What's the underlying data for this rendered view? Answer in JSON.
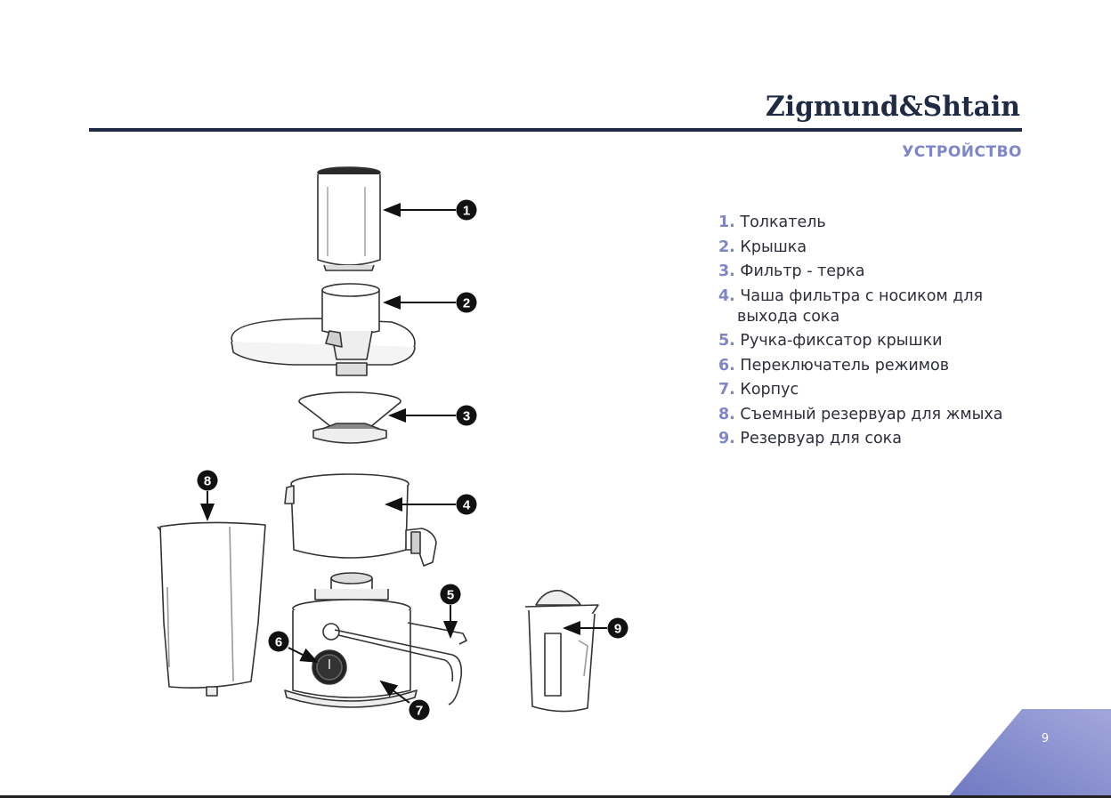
{
  "header": {
    "brand": "Zigmund&Shtain",
    "section_title": "УСТРОЙСТВО"
  },
  "parts": [
    {
      "num": "1.",
      "label": "Толкатель"
    },
    {
      "num": "2.",
      "label": "Крышка"
    },
    {
      "num": "3.",
      "label": "Фильтр - терка"
    },
    {
      "num": "4.",
      "label": "Чаша фильтра с носиком для выхода сока"
    },
    {
      "num": "5.",
      "label": "Ручка-фиксатор крышки"
    },
    {
      "num": "6.",
      "label": "Переключатель режимов"
    },
    {
      "num": "7.",
      "label": "Корпус"
    },
    {
      "num": "8.",
      "label": "Съемный резервуар для жмыха"
    },
    {
      "num": "9.",
      "label": "Резервуар для сока"
    }
  ],
  "callouts": [
    "1",
    "2",
    "3",
    "4",
    "5",
    "6",
    "7",
    "8",
    "9"
  ],
  "page_number": "9",
  "colors": {
    "accent": "#7f86c8",
    "rule": "#1f2a44",
    "text": "#2d2f3a",
    "corner": "#7f86c8"
  }
}
